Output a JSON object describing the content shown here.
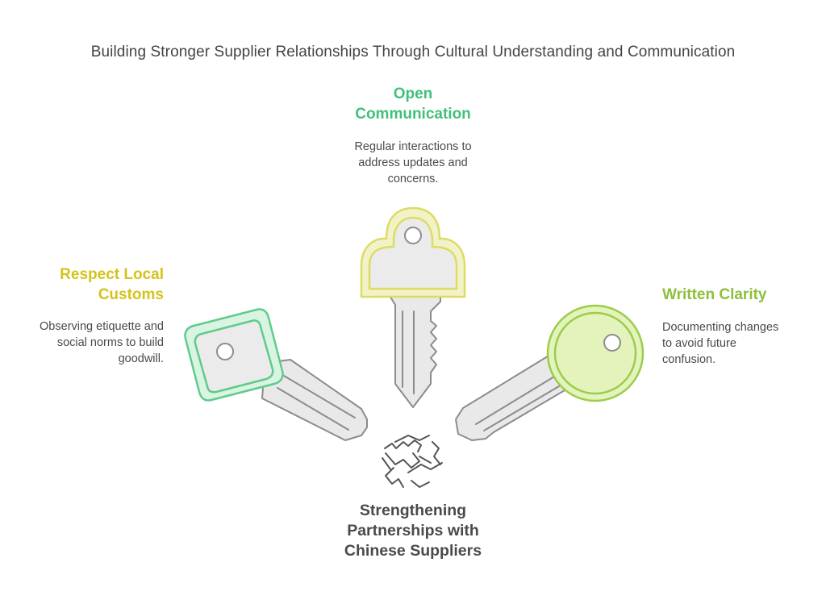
{
  "title": "Building Stronger Supplier Relationships Through Cultural Understanding and Communication",
  "keys": [
    {
      "id": "open",
      "title_lines": [
        "Open",
        "Communication"
      ],
      "desc_lines": [
        "Regular interactions to",
        "address updates and",
        "concerns."
      ],
      "color": "#41c07a"
    },
    {
      "id": "respect",
      "title_lines": [
        "Respect Local",
        "Customs"
      ],
      "desc_lines": [
        "Observing etiquette and",
        "social norms to build",
        "goodwill."
      ],
      "color": "#d4c31c"
    },
    {
      "id": "written",
      "title_lines": [
        "Written Clarity"
      ],
      "desc_lines": [
        "Documenting changes",
        "to avoid future",
        "confusion."
      ],
      "color": "#8dbf3c"
    }
  ],
  "goal": {
    "title_lines": [
      "Strengthening",
      "Partnerships with",
      "Chinese Suppliers"
    ],
    "icon": "handshake-icon"
  },
  "key_icons": {
    "open": {
      "icon": "key-icon",
      "head_fill": "#f2f2c9",
      "head_stroke": "#dedb63"
    },
    "respect": {
      "icon": "key-icon",
      "head_fill": "#d9f4e2",
      "head_stroke": "#5fcb8a"
    },
    "written": {
      "icon": "key-icon",
      "head_fill": "#e4f3bb",
      "head_stroke": "#9acd4c"
    },
    "shaft_fill": "#e9e9e9",
    "shaft_stroke": "#8c8c8c"
  }
}
